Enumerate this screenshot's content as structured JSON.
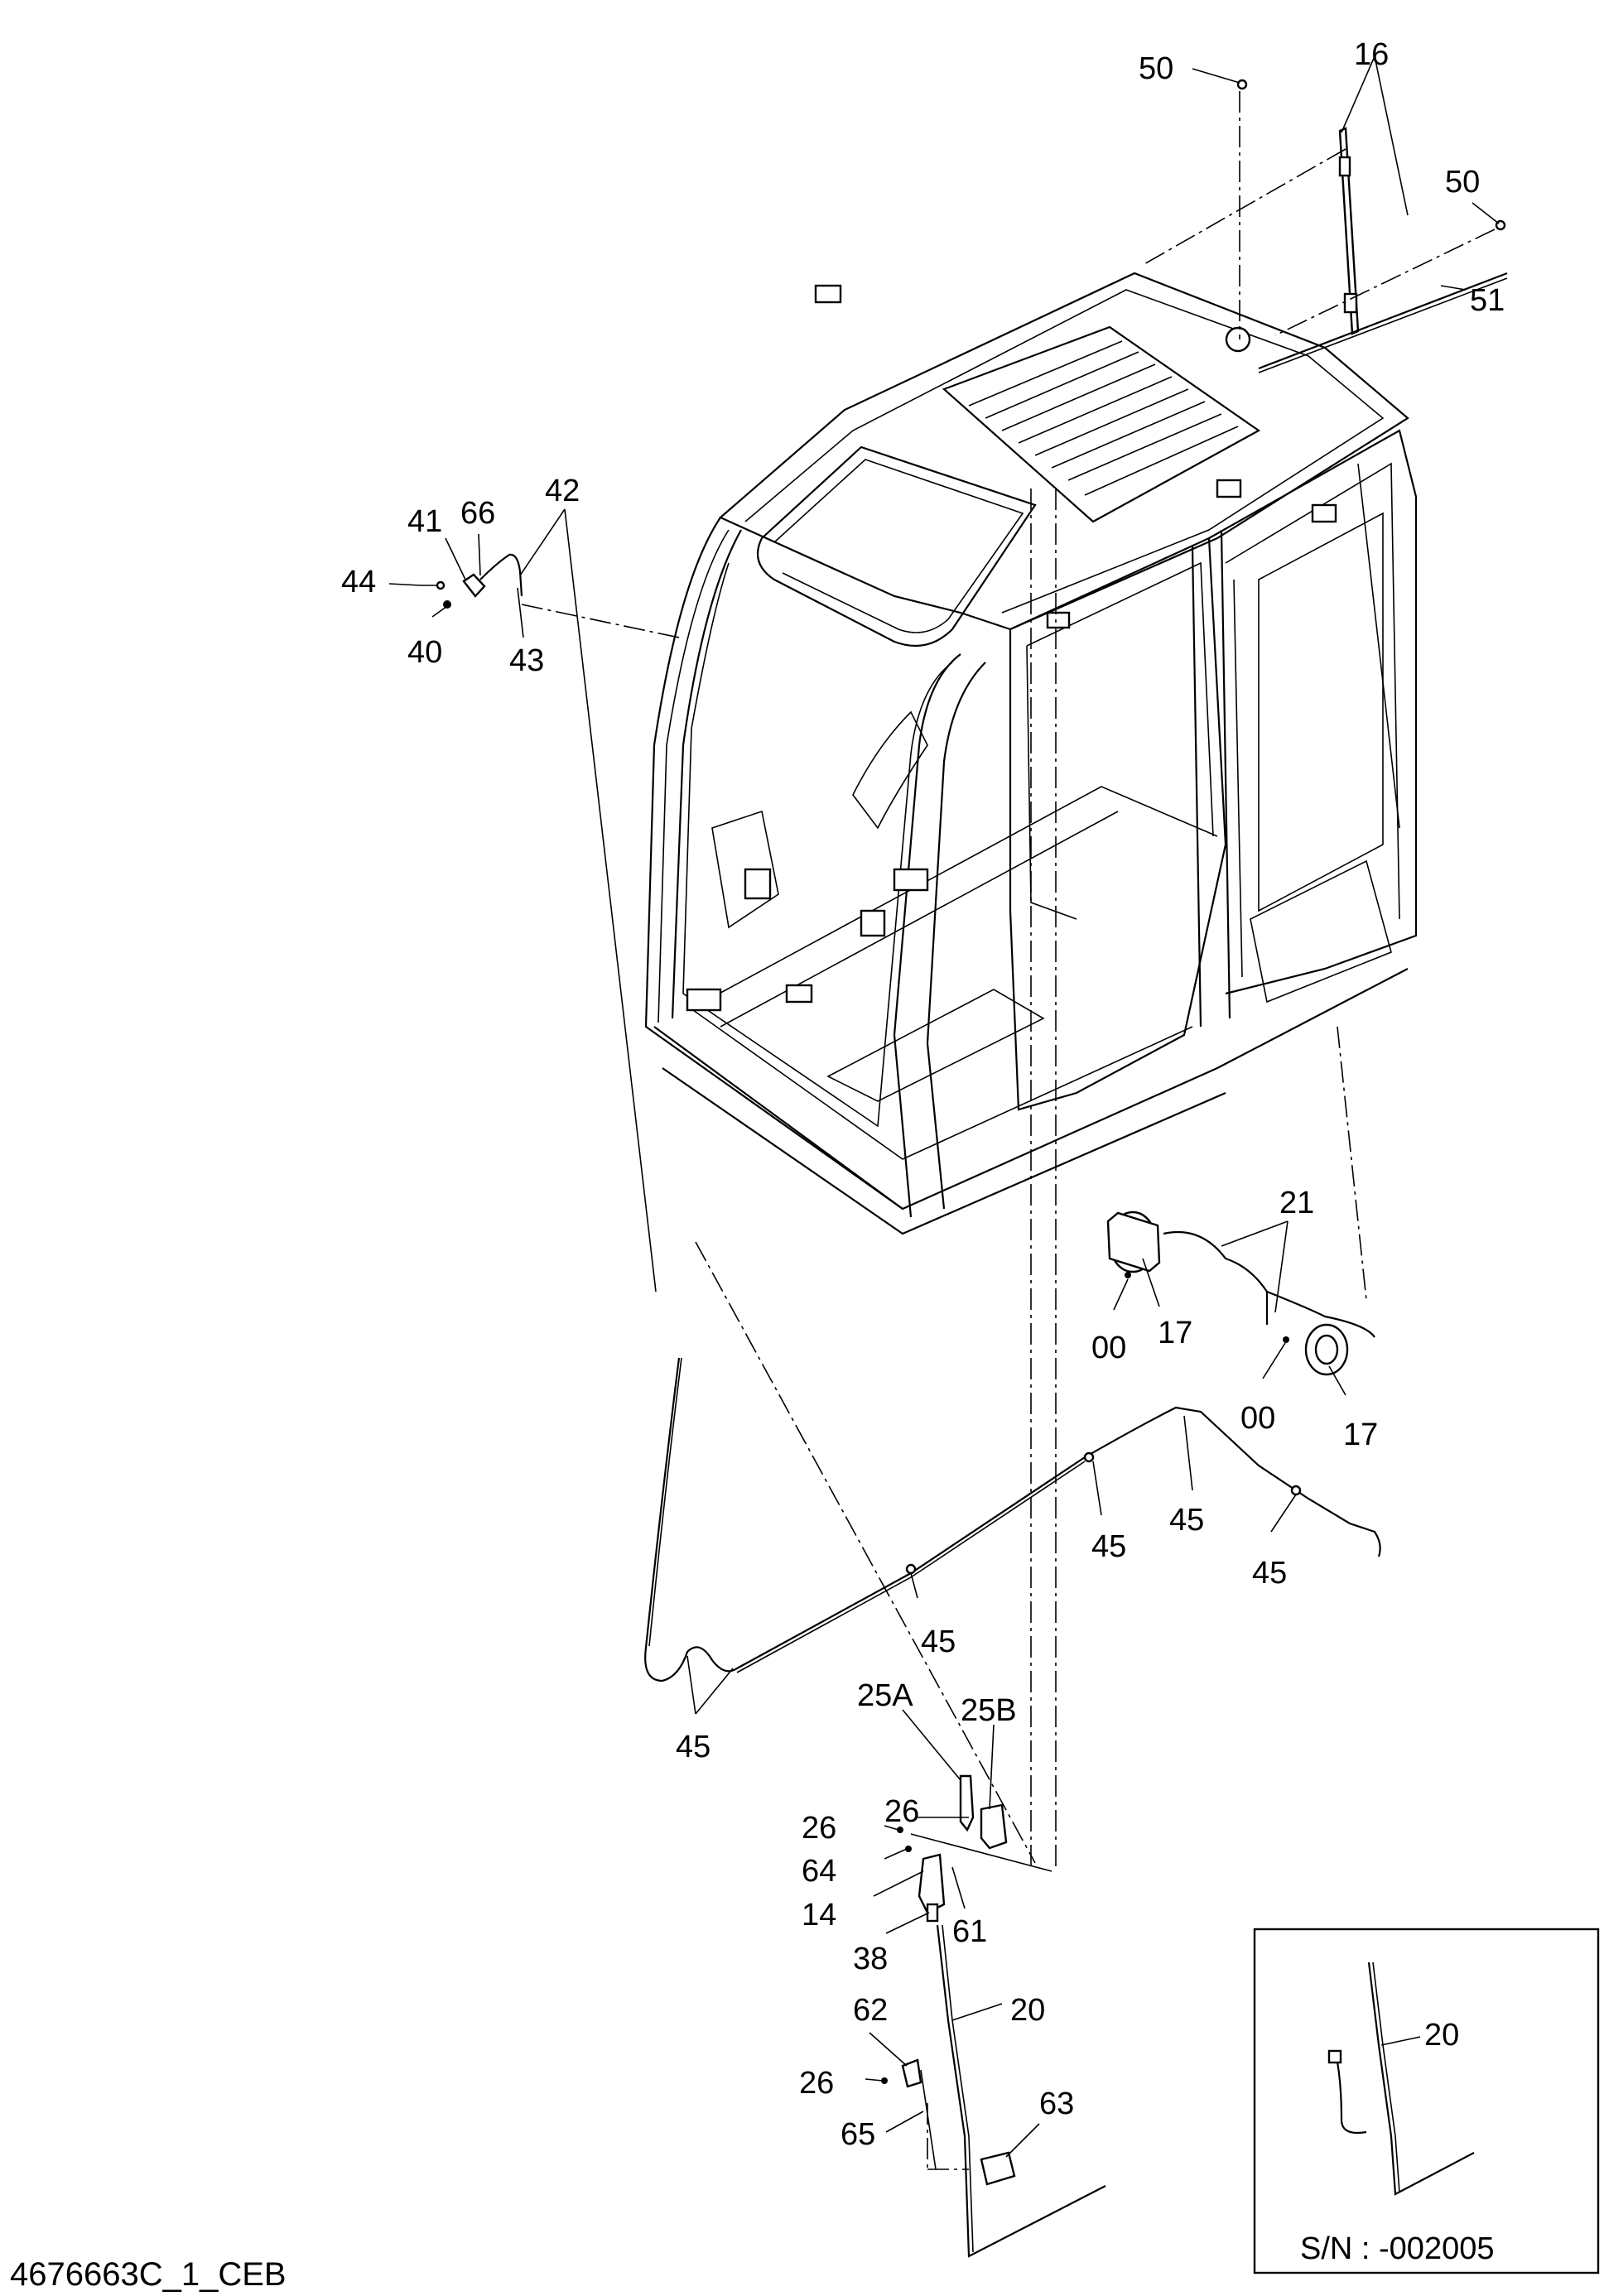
{
  "drawing": {
    "id": "4676663C_1_CEB",
    "inset_label": "S/N : -002005"
  },
  "callouts": {
    "c16": "16",
    "c50a": "50",
    "c50b": "50",
    "c51": "51",
    "c42": "42",
    "c41": "41",
    "c66": "66",
    "c44": "44",
    "c40": "40",
    "c43": "43",
    "c21": "21",
    "c00a": "00",
    "c17a": "17",
    "c00b": "00",
    "c17b": "17",
    "c45a": "45",
    "c45b": "45",
    "c45c": "45",
    "c45d": "45",
    "c45e": "45",
    "c25a": "25A",
    "c25b": "25B",
    "c26a": "26",
    "c26b": "26",
    "c26c": "26",
    "c64": "64",
    "c14": "14",
    "c38": "38",
    "c61": "61",
    "c20": "20",
    "c62": "62",
    "c63": "63",
    "c65": "65",
    "c20inset": "20"
  }
}
